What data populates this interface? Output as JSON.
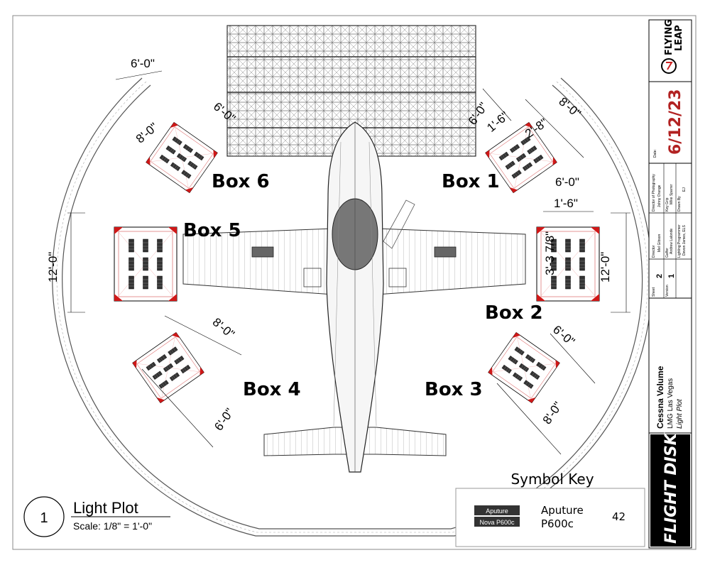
{
  "plot": {
    "number": "1",
    "title": "Light Plot",
    "scale": "Scale: 1/8\" = 1'-0\""
  },
  "boxes": {
    "box1": "Box 1",
    "box2": "Box 2",
    "box3": "Box 3",
    "box4": "Box 4",
    "box5": "Box 5",
    "box6": "Box 6"
  },
  "dimensions": {
    "d_6_0_top": "6'-0\"",
    "d_8_0_box6": "8'-0\"",
    "d_6_0_box6": "6'-0\"",
    "d_6_0_box1a": "6'-0\"",
    "d_1_6_box1": "1'-6\"",
    "d_2_8_box1": "2'-8\"",
    "d_8_0_box1": "8'-0\"",
    "d_6_0_box1b": "6'-0\"",
    "d_1_6_box2": "1'-6\"",
    "d_3_3_7_8": "3'-3 7/8\"",
    "d_12_0_right": "12'-0\"",
    "d_12_0_left": "12'-0\"",
    "d_6_0_box3": "6'-0\"",
    "d_8_0_box3": "8'-0\"",
    "d_8_0_box4": "8'-0\"",
    "d_6_0_box4": "6'-0\""
  },
  "symbol_key": {
    "title": "Symbol Key",
    "fixture_top": "Aputure",
    "fixture_bottom": "Nova P600c",
    "name_line1": "Aputure",
    "name_line2": "P600c",
    "count": "42"
  },
  "title_block": {
    "logo_line1": "FLYING",
    "logo_line2": "LEAP",
    "date_label": "Date:",
    "date": "6/12/23",
    "dp_label": "Director of Photography",
    "dp_name": "Johny Orange",
    "key_grip_label": "Key Grip",
    "key_grip_name": "Mike Sparrer",
    "drawn_by_label": "Drawn By",
    "drawn_by": "EJ",
    "director_label": "Director",
    "director_name": "Mel Gibson",
    "gaffer_label": "Gaffer",
    "gaffer_name": "Andrew Lalonde",
    "programmer_label": "Lighting Programmer",
    "programmer_name": "Devon James, ELS",
    "sheet_label": "Sheet",
    "sheet": "2",
    "version_label": "Version",
    "version": "1",
    "project": "Cessna Volume",
    "venue": "LMG Las Vegas",
    "drawing": "Light Plot",
    "brand": "FLIGHT DISK"
  },
  "colors": {
    "fixture_marker": "#d01818",
    "marker_outline": "#e07a7a",
    "ink": "#000000"
  }
}
